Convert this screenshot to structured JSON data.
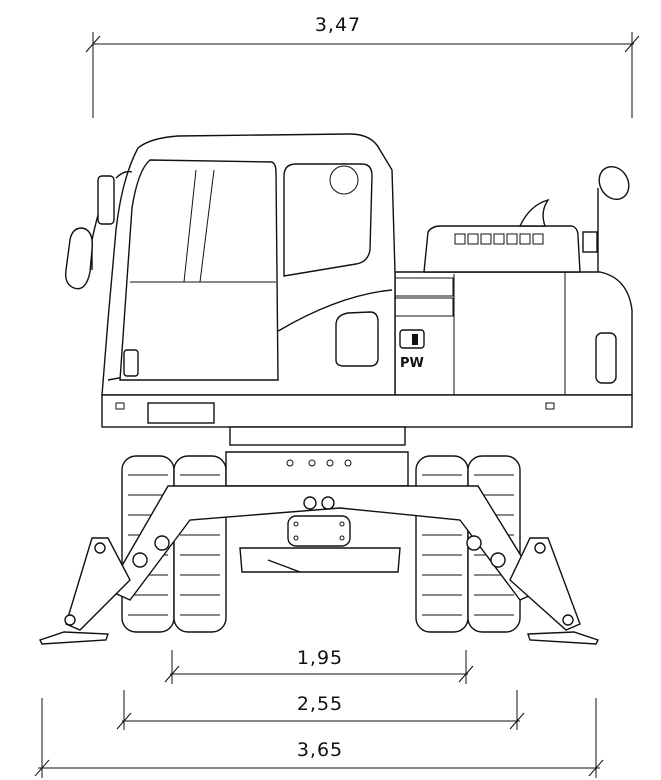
{
  "dimensions": {
    "overall_width": "3,47",
    "track_inner": "1,95",
    "track_outer": "2,55",
    "outrigger_span": "3,65"
  },
  "machine": {
    "badge_label": "PW"
  }
}
